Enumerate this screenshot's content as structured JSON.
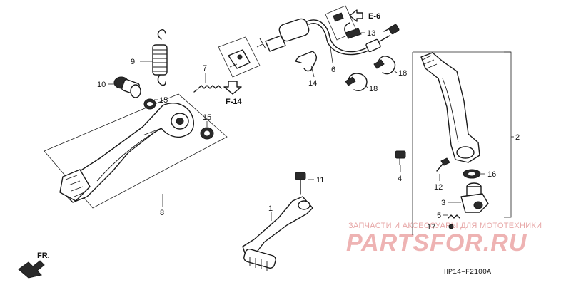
{
  "labels": {
    "p1": "1",
    "p2": "2",
    "p3": "3",
    "p4": "4",
    "p5": "5",
    "p6": "6",
    "p7": "7",
    "p8": "8",
    "p9": "9",
    "p10": "10",
    "p11": "11",
    "p12": "12",
    "p13": "13",
    "p14": "14",
    "p15a": "15",
    "p15b": "15",
    "p16": "16",
    "p17": "17",
    "p18a": "18",
    "p18b": "18"
  },
  "refs": {
    "e6": "E-6",
    "f14": "F-14"
  },
  "fr_label": "FR.",
  "diagram_code": "HP14–F2100A",
  "watermark": {
    "top": "ЗАПЧАСТИ И АКСЕССУАРЫ ДЛЯ МОТОТЕХНИКИ",
    "main": "PARTSFOR.RU"
  },
  "colors": {
    "line": "#1a1a1a",
    "watermark": "#eeb3b3"
  }
}
